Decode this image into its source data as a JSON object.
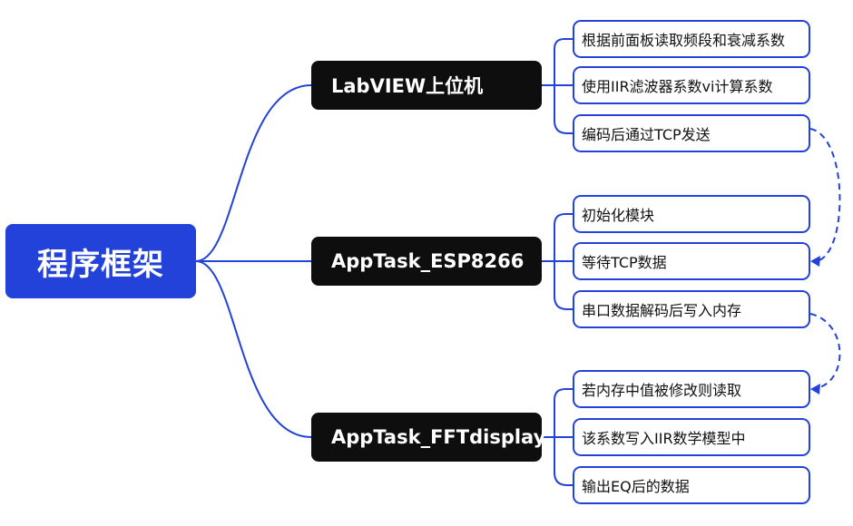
{
  "root": {
    "label": "程序框架"
  },
  "branches": [
    {
      "label": "LabVIEW上位机",
      "items": [
        "根据前面板读取频段和衰减系数",
        "使用IIR滤波器系数vi计算系数",
        "编码后通过TCP发送"
      ]
    },
    {
      "label": "AppTask_ESP8266",
      "items": [
        "初始化模块",
        "等待TCP数据",
        "串口数据解码后写入内存"
      ]
    },
    {
      "label": "AppTask_FFTdisplay",
      "items": [
        "若内存中值被修改则读取",
        "该系数写入IIR数学模型中",
        "输出EQ后的数据"
      ]
    }
  ],
  "colors": {
    "line": "#2342d9",
    "root_bg": "#2342d9",
    "branch_bg": "#0e0e0e",
    "leaf_border": "#2342d9"
  }
}
